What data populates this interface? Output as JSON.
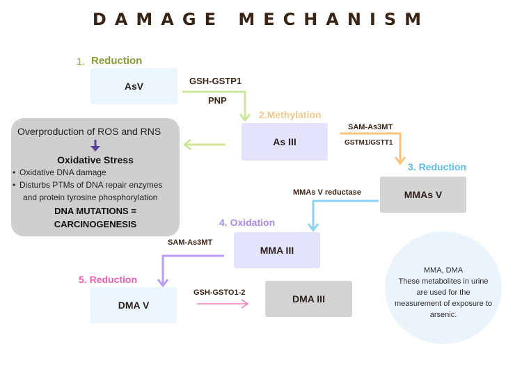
{
  "title": "DAMAGE MECHANISM",
  "colors": {
    "step1": "#8a9a3b",
    "step2": "#f3c98b",
    "step3": "#5bbcea",
    "step4": "#a88bea",
    "step5": "#ec5fb2",
    "green_arrow": "#cfe59a",
    "orange_arrow": "#f6c37a",
    "blue_arrow": "#8ed2f3",
    "purple_arrow": "#b99cf3",
    "pink_arrow": "#ef7dbd",
    "purple_box": "#e3e3fb",
    "blue_box": "#eaf5fd",
    "gray_box": "#d4d4d4"
  },
  "steps": {
    "s1_num": "1.",
    "s1_label": "Reduction",
    "s2": "2.Methylation",
    "s3": "3. Reduction",
    "s4": "4. Oxidation",
    "s5": "5. Reduction"
  },
  "compounds": {
    "asv": "AsV",
    "as3": "As III",
    "mmas5": "MMAs V",
    "mma3": "MMA III",
    "dma5": "DMA V",
    "dma3": "DMA III"
  },
  "enzymes": {
    "e1a": "GSH-GSTP1",
    "e1b": "PNP",
    "e2a": "SAM-As3MT",
    "e2b": "GSTM1/GSTT1",
    "e3": "MMAs V reductase",
    "e4": "SAM-As3MT",
    "e5": "GSH-GSTO1-2"
  },
  "panel": {
    "line1": "Overproduction of ROS and RNS",
    "stress": "Oxidative Stress",
    "b1": "Oxidative DNA damage",
    "b2": "Disturbs PTMs of DNA repair enzymes",
    "b3": "and  protein tyrosine phosphorylation",
    "mut1": "DNA MUTATIONS =",
    "mut2": "CARCINOGENESIS",
    "arrow_color": "#5b3f9e"
  },
  "note": {
    "l1": "MMA, DMA",
    "l2": "These metabolites in urine",
    "l3": "are used for the",
    "l4": "measurement  of exposure to",
    "l5": "arsenic."
  }
}
